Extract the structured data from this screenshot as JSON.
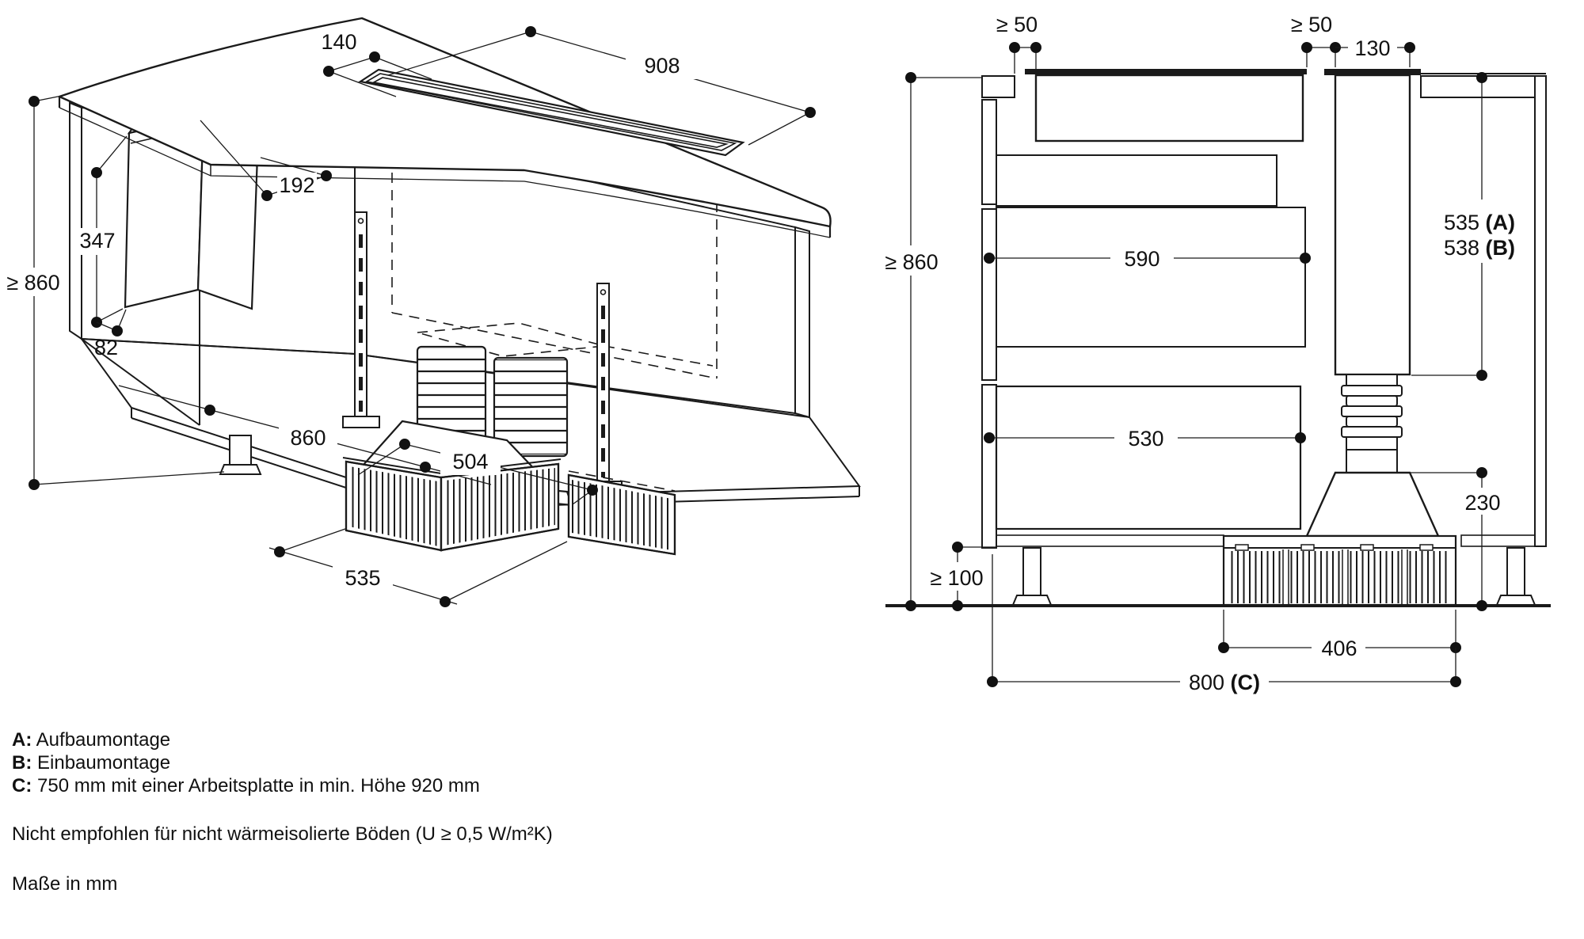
{
  "iso_view": {
    "dims": {
      "slot_offset": "140",
      "slot_length": "908",
      "wallduct_width": "192",
      "wallduct_height": "347",
      "wallduct_depth": "82",
      "min_height": "≥ 860",
      "rail_distance": "860",
      "hood_width": "504",
      "plinth_width": "535"
    }
  },
  "section_view": {
    "dims": {
      "gap_left": "≥ 50",
      "gap_right": "≥ 50",
      "duct_column_width": "130",
      "min_height": "≥ 860",
      "shelf_width": "590",
      "drawer_width": "530",
      "depth_a_num": "535 ",
      "depth_a_key": "(A)",
      "depth_b_num": "538 ",
      "depth_b_key": "(B)",
      "hood_height": "230",
      "base_clearance": "≥ 100",
      "blower_width": "406",
      "overall_num": "800 ",
      "overall_key": "(C)"
    }
  },
  "legend": {
    "items": [
      {
        "key": "A:",
        "text": "Aufbaumontage"
      },
      {
        "key": "B:",
        "text": "Einbaumontage"
      },
      {
        "key": "C:",
        "text": "750 mm mit einer Arbeitsplatte in min. Höhe 920 mm"
      }
    ],
    "note": "Nicht empfohlen für nicht wärmeisolierte Böden (U ≥ 0,5 W/m²K)",
    "units": "Maße in mm"
  }
}
